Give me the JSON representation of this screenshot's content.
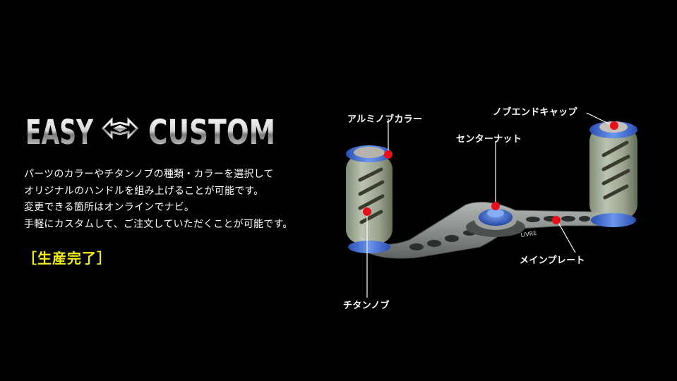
{
  "logo": {
    "left_word": "EASY",
    "right_word": "CUSTOM"
  },
  "description": {
    "lines": [
      "パーツのカラーやチタンノブの種類・カラーを選択して",
      "オリジナルのハンドルを組み上げることが可能です。",
      "変更できる箇所はオンラインでナビ。",
      "手軽にカスタムして、ご注文していただくことが可能です。"
    ]
  },
  "status_label": "［生産完了］",
  "callouts": {
    "aluminum_knob_collar": "アルミノブカラー",
    "knob_end_cap": "ノブエンドキャップ",
    "center_nut": "センターナット",
    "main_plate": "メインプレート",
    "titanium_knob": "チタンノブ"
  },
  "product": {
    "plate_engraving": "LIVRE"
  },
  "colors": {
    "background": "#000000",
    "status": "#f2ec1a",
    "marker": "#e8101c",
    "accent_blue": "#3f6fd8",
    "plate": "#8a8f8c"
  }
}
